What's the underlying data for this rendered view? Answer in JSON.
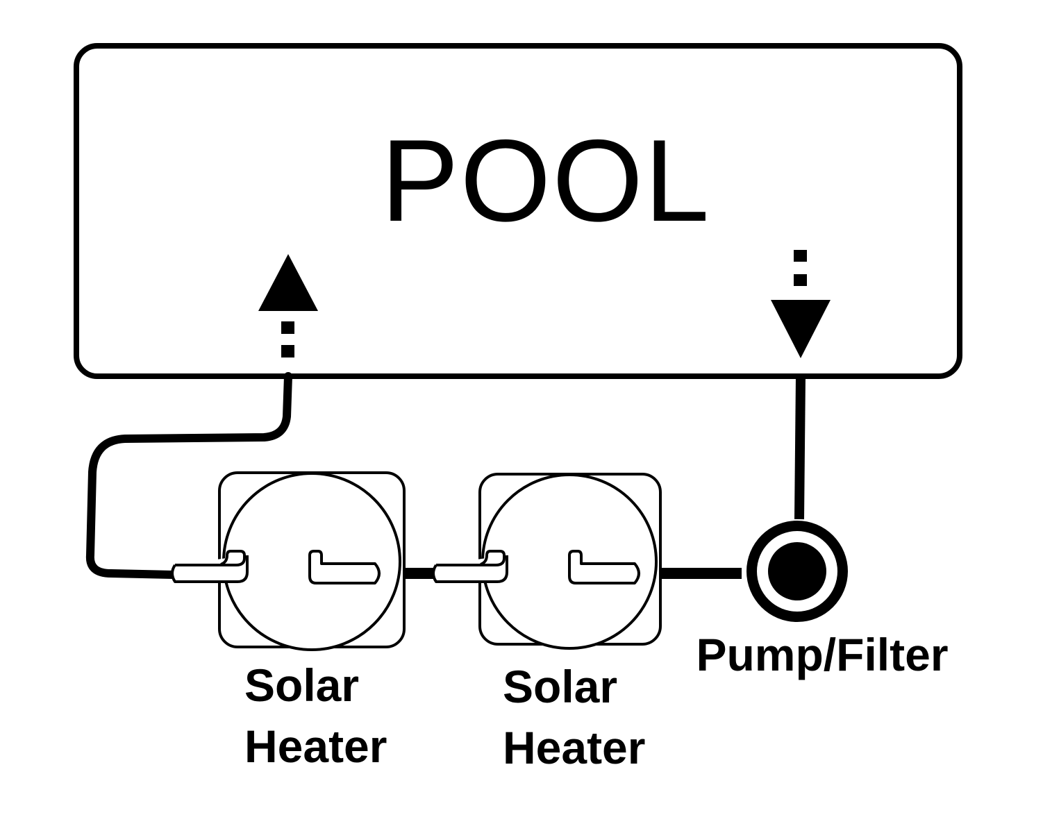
{
  "pool": {
    "label": "POOL"
  },
  "heaters": [
    {
      "label_line1": "Solar",
      "label_line2": "Heater"
    },
    {
      "label_line1": "Solar",
      "label_line2": "Heater"
    }
  ],
  "pump": {
    "label": "Pump/Filter"
  },
  "colors": {
    "stroke": "#000000",
    "background": "#ffffff"
  }
}
